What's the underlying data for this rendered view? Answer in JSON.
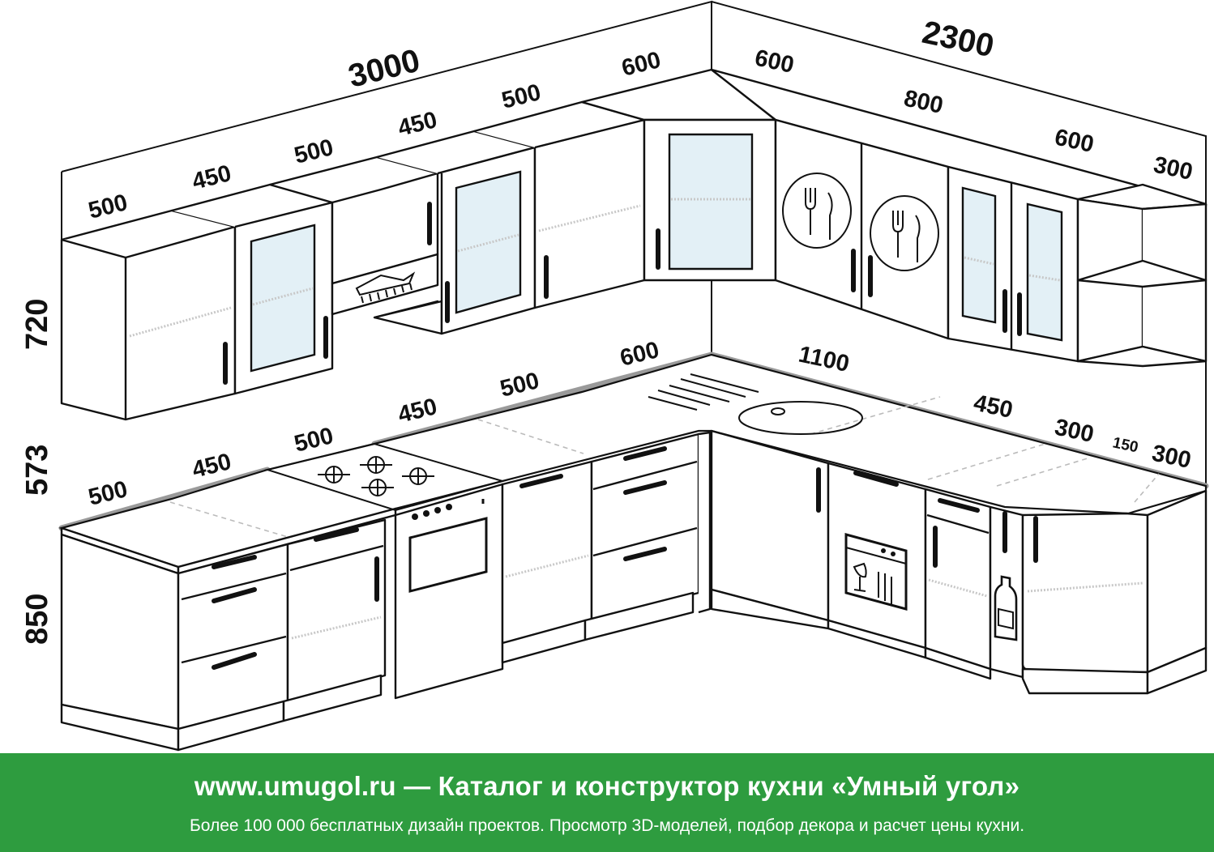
{
  "wall_dimensions": {
    "left_wall": "3000",
    "right_wall": "2300"
  },
  "upper_row": {
    "left": [
      "500",
      "450",
      "500",
      "450",
      "500",
      "600"
    ],
    "right": [
      "600",
      "800",
      "600",
      "300"
    ]
  },
  "lower_row": {
    "left": [
      "500",
      "450",
      "500",
      "450",
      "500",
      "600"
    ],
    "right": [
      "1100",
      "450",
      "300",
      "150",
      "300"
    ]
  },
  "heights": {
    "upper_cabinets": "720",
    "gap": "573",
    "lower_cabinets": "850"
  },
  "icons": [
    "fork-knife-icon",
    "hood-icon",
    "gas-hob-icon",
    "oven-icon",
    "sink-icon",
    "dishwasher-icon",
    "bottle-icon"
  ],
  "colors": {
    "banner": "#2e9c3f",
    "countertop_edge": "#9a9a9a",
    "glass": "#e3f0f6"
  },
  "banner": {
    "title": "www.umugol.ru — Каталог и конструктор кухни «Умный угол»",
    "subtitle": "Более 100 000 бесплатных дизайн проектов. Просмотр 3D-моделей, подбор декора и расчет цены кухни."
  }
}
